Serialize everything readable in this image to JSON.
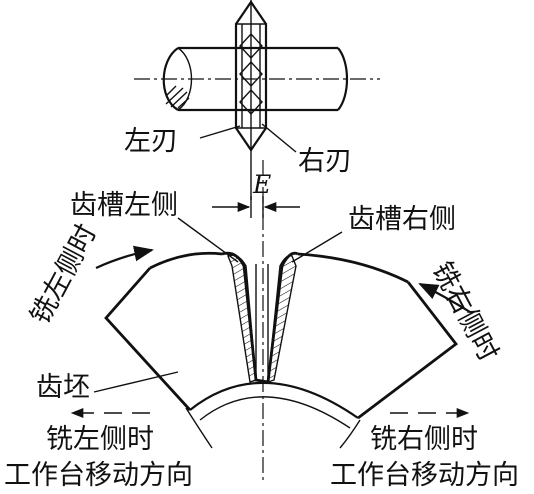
{
  "labels": {
    "left_edge": "左刃",
    "right_edge": "右刃",
    "offset": "E",
    "slot_left_side": "齿槽左侧",
    "slot_right_side": "齿槽右侧",
    "milling_left": "铣左侧时",
    "milling_right": "铣右侧时",
    "blank": "齿坯",
    "table_left_line1": "铣左侧时",
    "table_left_line2": "工作台移动方向",
    "table_right_line1": "铣右侧时",
    "table_right_line2": "工作台移动方向"
  }
}
